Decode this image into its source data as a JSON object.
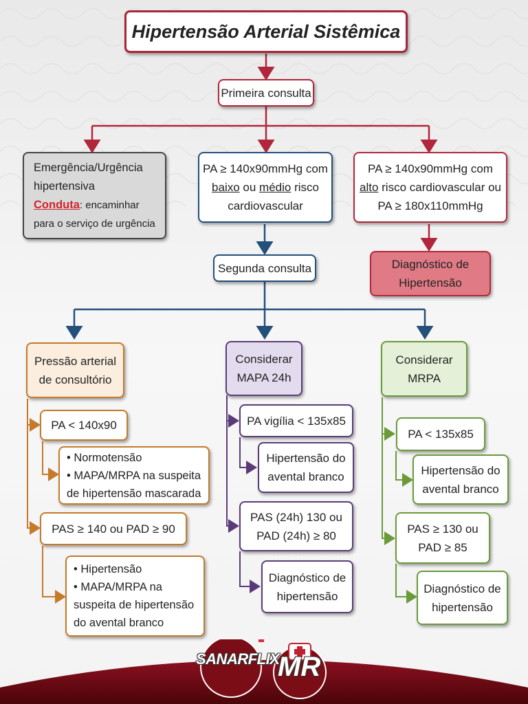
{
  "title": "Hipertensão Arterial Sistêmica",
  "first_consult": "Primeira consulta",
  "emergency": {
    "line1": "Emergência/Urgência",
    "line2": "hipertensiva",
    "conduct_label": "Conduta",
    "conduct_rest": ": encaminhar",
    "line4": "para o serviço de urgência"
  },
  "low_risk": {
    "l1": "PA ≥ 140x90mmHg com",
    "l2a": "baixo",
    "l2b": " ou ",
    "l2c": "médio",
    "l2d": " risco",
    "l3": "cardiovascular"
  },
  "high_risk": {
    "l1": "PA ≥ 140x90mmHg com",
    "l2a": "alto",
    "l2b": " risco cardiovascular ou",
    "l3": "PA ≥ 180x110mmHg"
  },
  "diagnosis_top": {
    "l1": "Diagnóstico de",
    "l2": "Hipertensão"
  },
  "second_consult": "Segunda consulta",
  "office": {
    "header": {
      "l1": "Pressão arterial",
      "l2": "de consultório"
    },
    "cond1": "PA < 140x90",
    "res1": {
      "l1": "• Normotensão",
      "l2": "• MAPA/MRPA na suspeita",
      "l3": "de hipertensão mascarada"
    },
    "cond2": "PAS ≥ 140 ou PAD ≥ 90",
    "res2": {
      "l1": "• Hipertensão",
      "l2": "• MAPA/MRPA na",
      "l3": "suspeita de hipertensão",
      "l4": "do avental branco"
    }
  },
  "mapa": {
    "header": {
      "l1": "Considerar",
      "l2": "MAPA 24h"
    },
    "cond1": "PA vigília < 135x85",
    "res1": {
      "l1": "Hipertensão do",
      "l2": "avental branco"
    },
    "cond2": {
      "l1": "PAS (24h) 130 ou",
      "l2": "PAD (24h) ≥ 80"
    },
    "res2": {
      "l1": "Diagnóstico de",
      "l2": "hipertensão"
    }
  },
  "mrpa": {
    "header": {
      "l1": "Considerar",
      "l2": "MRPA"
    },
    "cond1": "PA < 135x85",
    "res1": {
      "l1": "Hipertensão do",
      "l2": "avental branco"
    },
    "cond2": {
      "l1": "PAS ≥ 130 ou",
      "l2": "PAD ≥ 85"
    },
    "res2": {
      "l1": "Diagnóstico de",
      "l2": "hipertensão"
    }
  },
  "logos": {
    "brand1": "SANARFLIX",
    "brand2": "MR"
  },
  "colors": {
    "red": "#b0263a",
    "blue": "#234f7a",
    "orange": "#c47a2a",
    "purple": "#5a3b77",
    "green": "#6a9a3a",
    "diagnosis_fill": "#e07b86",
    "office_fill": "#fbeede",
    "mapa_fill": "#e3dcef",
    "mrpa_fill": "#e4f1d8"
  }
}
